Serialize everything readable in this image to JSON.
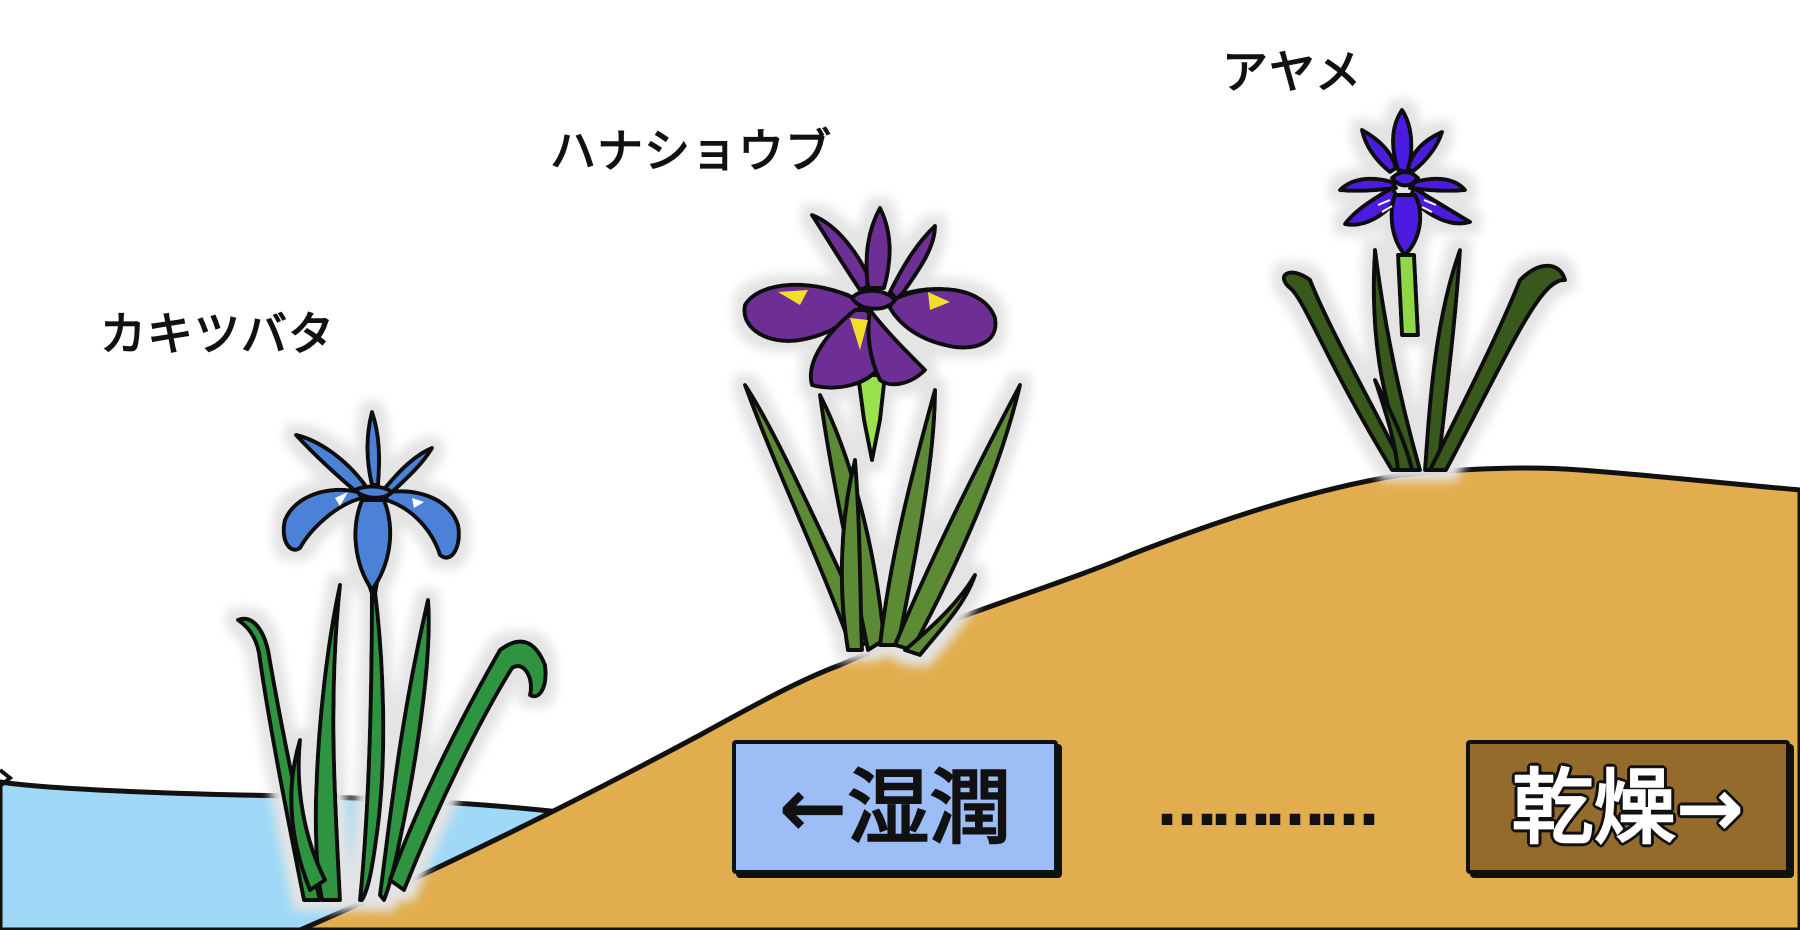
{
  "labels": {
    "kakitsubata": "カキツバタ",
    "hanashoubu": "ハナショウブ",
    "ayame": "アヤメ"
  },
  "gradient": {
    "wet": "←湿潤",
    "connector": "…………",
    "dry": "乾燥→"
  },
  "colors": {
    "water": "#9fd9f7",
    "soil": "#e2ad4e",
    "wet_sign": "#9dbdf7",
    "dry_sign": "#946b2c",
    "kakitsubata_flower": "#4b82d8",
    "kakitsubata_leaves": "#2e9440",
    "hanashoubu_flower": "#6d2d96",
    "hanashoubu_leaves": "#5c8a35",
    "ayame_flower": "#4c1de0",
    "ayame_leaves": "#37581b",
    "petal_accent": "#f0e02a"
  }
}
